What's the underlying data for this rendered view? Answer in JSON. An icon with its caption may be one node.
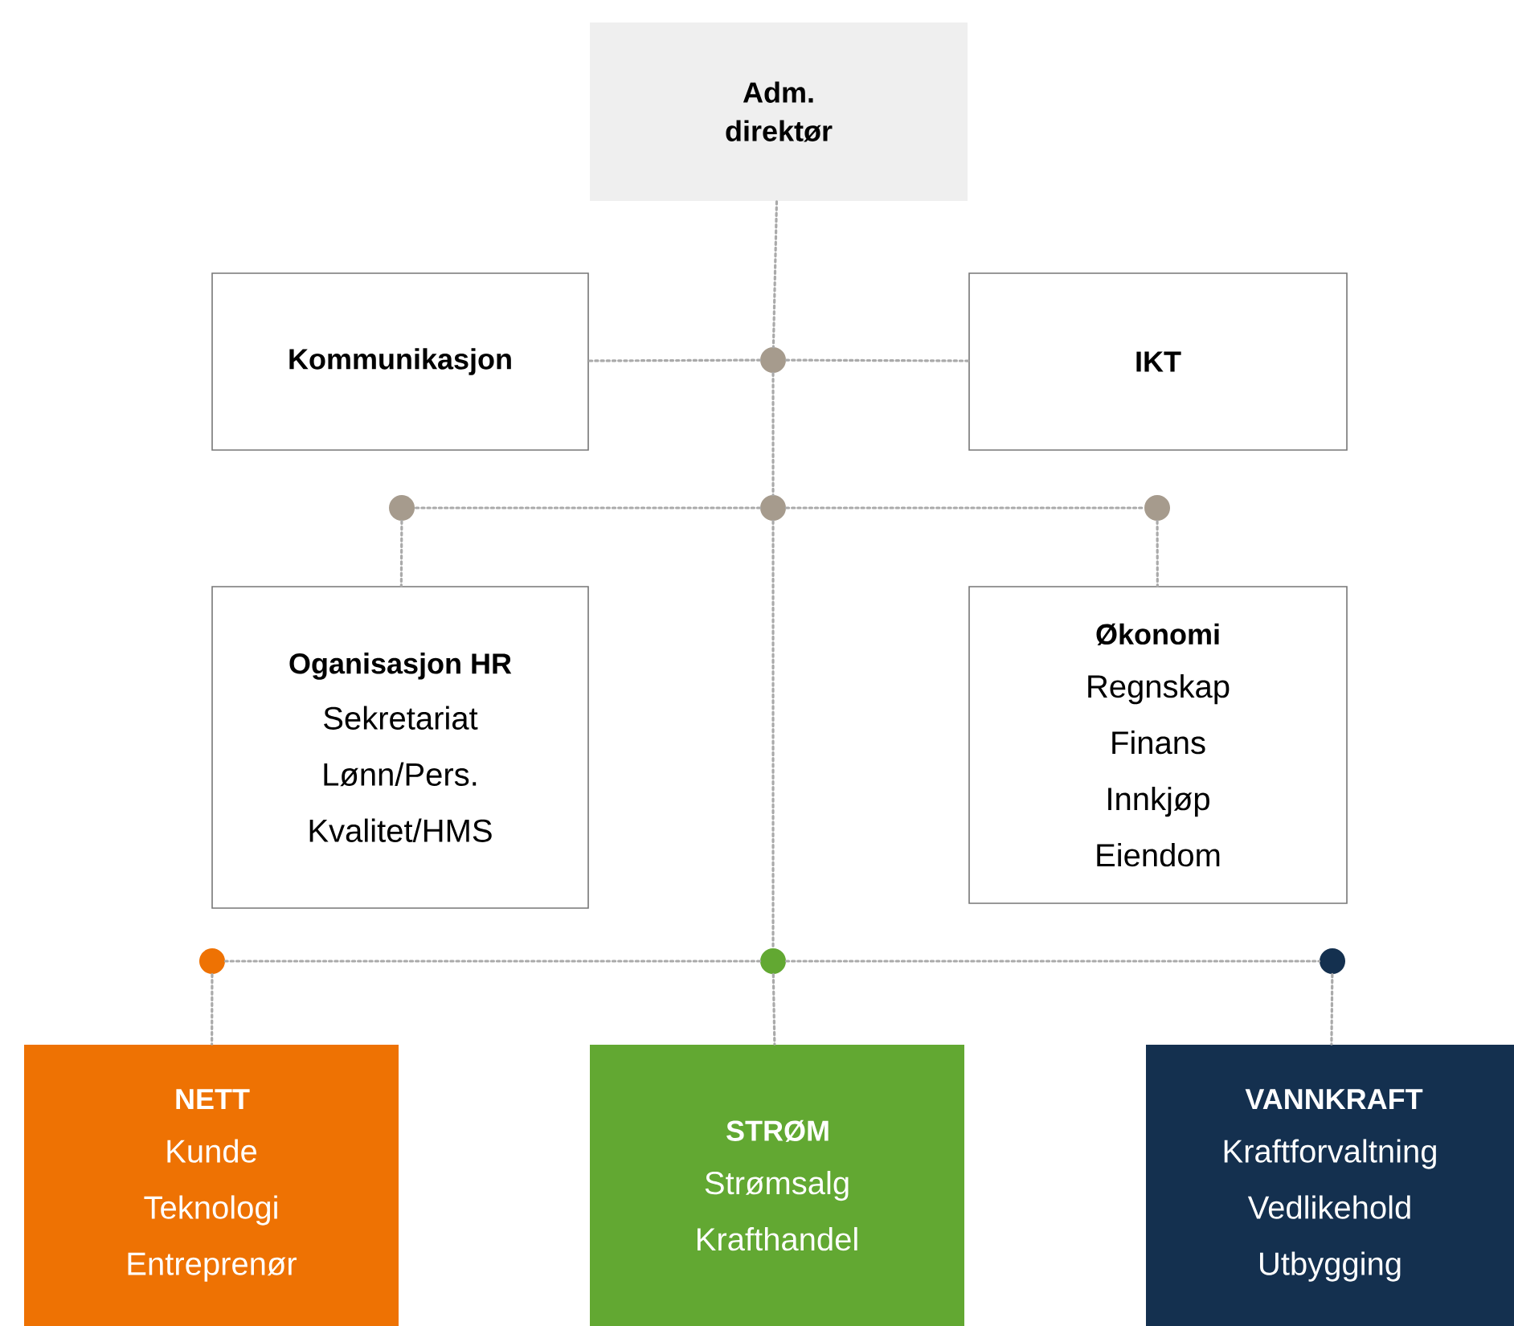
{
  "diagram": {
    "nodes": [
      {
        "text": [
          "Adm. direktør"
        ]
      },
      {
        "text": [
          "Kommunikasjon"
        ]
      },
      {
        "text": [
          "IKT"
        ]
      },
      {
        "text": [
          "Oganisasjon HR",
          "Sekretariat",
          "Lønn/Pers.",
          "Kvalitet/HMS"
        ]
      },
      {
        "text": [
          "Økonomi",
          "Regnskap",
          "Finans",
          "Innkjøp",
          "Eiendom"
        ]
      },
      {
        "text": [
          "NETT",
          "Kunde",
          "Teknologi",
          "Entreprenør"
        ]
      },
      {
        "text": [
          "STRØM",
          "Strømsalg",
          "Krafthandel"
        ]
      },
      {
        "text": [
          "VANNKRAFT",
          "Kraftforvaltning",
          "Vedlikehold",
          "Utbygging"
        ]
      },
      {
        "text": [],
        "shape": "circle"
      },
      {
        "text": [],
        "shape": "circle"
      },
      {
        "text": [],
        "shape": "circle"
      },
      {
        "text": [],
        "shape": "circle"
      },
      {
        "text": [],
        "shape": "circle"
      },
      {
        "text": [],
        "shape": "circle"
      },
      {
        "text": [],
        "shape": "circle"
      }
    ],
    "edges": [
      {
        "from": 0,
        "to": 8,
        "arrow": "none"
      },
      {
        "from": 8,
        "to": 1,
        "arrow": "none"
      },
      {
        "from": 8,
        "to": 2,
        "arrow": "none"
      },
      {
        "from": 8,
        "to": 10,
        "arrow": "none"
      },
      {
        "from": 10,
        "to": 9,
        "arrow": "none"
      },
      {
        "from": 10,
        "to": 11,
        "arrow": "none"
      },
      {
        "from": 9,
        "to": 3,
        "arrow": "none"
      },
      {
        "from": 11,
        "to": 4,
        "arrow": "none"
      },
      {
        "from": 10,
        "to": 13,
        "arrow": "none"
      },
      {
        "from": 13,
        "to": 12,
        "arrow": "none"
      },
      {
        "from": 13,
        "to": 14,
        "arrow": "none"
      },
      {
        "from": 12,
        "to": 5,
        "arrow": "none"
      },
      {
        "from": 13,
        "to": 6,
        "arrow": "none"
      },
      {
        "from": 14,
        "to": 7,
        "arrow": "none"
      }
    ]
  }
}
